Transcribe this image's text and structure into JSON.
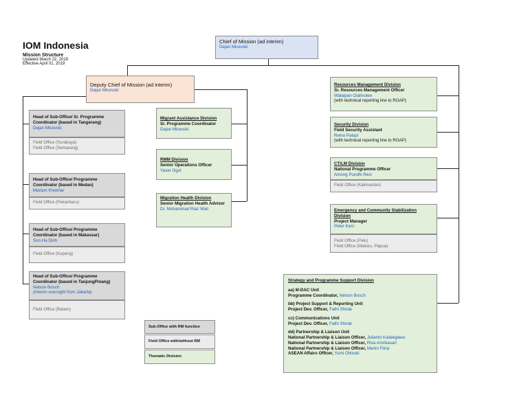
{
  "header": {
    "title": "IOM Indonesia",
    "subtitle": "Mission Structure",
    "updated": "Updated March 22, 2019",
    "effective": "Effective April 01, 2019"
  },
  "chief": {
    "title": "Chief of Mission (ad interim)",
    "name": "Dejan Micevski"
  },
  "deputy": {
    "title": "Deputy Chief of Mission (ad interim)",
    "name": "Dejan Micevski"
  },
  "suboffices": [
    {
      "title": "Head of Sub-Office/ Sr. Programme Coordinator (based in Tangerang)",
      "name": "Dejan Micevski",
      "field": [
        "Field Office (Surabaya)",
        "Field Office (Semarang)"
      ]
    },
    {
      "title": "Head of Sub-Office/ Programme Coordinator (based in Medan)",
      "name": "Mariam Khokhar",
      "field": [
        "Field Office (Pekanbaru)"
      ]
    },
    {
      "title": "Head of Sub-Office/ Programme Coordinator (based in Makassar)",
      "name": "Son Ha Dinh",
      "field": [
        "Field Office (Kupang)"
      ]
    },
    {
      "title": "Head of Sub-Office/ Programme Coordinator (based in TanjungPinang)",
      "name": "Nelson Bosch",
      "note": "(interim oversight from Jakarta)",
      "field": [
        "Field Office (Batam)"
      ]
    }
  ],
  "divisions_mid": [
    {
      "title": "Migrant Assistance Division",
      "role": "Sr. Programme Coordinator",
      "name": "Dejan Micevski"
    },
    {
      "title": "RMM Division",
      "role": "Senior Operations Officer",
      "name": "Yaser Ogul"
    },
    {
      "title": "Migration Health Division",
      "role": "Senior Migration Health Advisor",
      "name": "Dr. Mohammad Riaz Wali"
    }
  ],
  "divisions_right": [
    {
      "title": "Resources Management Division",
      "role": "Sr. Resources Management Officer",
      "name": "Walaipan Oialmolee",
      "note": "(with technical reporting line to ROAP)"
    },
    {
      "title": "Security Division",
      "role": "Field Security Assistant",
      "name": "Reino Palupi",
      "note": "(with technical reporting line to ROAP)"
    },
    {
      "title": "CT/LM Division",
      "role": "National Programme Officer",
      "name": "Among Pundhi Resi",
      "field": [
        "Field Office (Kalimantan)"
      ]
    },
    {
      "title": "Emergency and Community Stabilization Division",
      "role": "Project Manager",
      "name": "Peter Kern",
      "field": [
        "Field Office (Palu)",
        "Field Office (Maluku, Papua)"
      ]
    }
  ],
  "strategy": {
    "title": "Strategy and Programme Support Division",
    "units": [
      {
        "head": "aa) M-DAC Unit",
        "lines": [
          {
            "role": "Programme Coordinator, ",
            "name": "Nelson Bosch"
          }
        ]
      },
      {
        "head": "bb) Project Support & Reporting Unit",
        "lines": [
          {
            "role": "Project Dev. Officer, ",
            "name": "Fathi Shirak"
          }
        ]
      },
      {
        "head": "cc) Communications Unit",
        "lines": [
          {
            "role": "Project Dev. Officer, ",
            "name": "Fathi Shirak"
          }
        ]
      },
      {
        "head": "dd) Partnership & Liaison Unit",
        "lines": [
          {
            "role": "National Partnership & Liaison Officer, ",
            "name": "Julianto Kalalegawa"
          },
          {
            "role": "National Partnership & Liaison Officer, ",
            "name": "Risa Amrikasari"
          },
          {
            "role": "National Partnership & Liaison Officer, ",
            "name": "Marini Fitria"
          },
          {
            "role": "ASEAN Affairs Officer, ",
            "name": "Yumi Ohisuki"
          }
        ]
      }
    ]
  },
  "legend": [
    {
      "label": "Sub-Office with RM function",
      "color": "#d9d9d9"
    },
    {
      "label": "Field Office with/without RM",
      "color": "#ececec"
    },
    {
      "label": "Thematic Division",
      "color": "#e2efda"
    }
  ]
}
